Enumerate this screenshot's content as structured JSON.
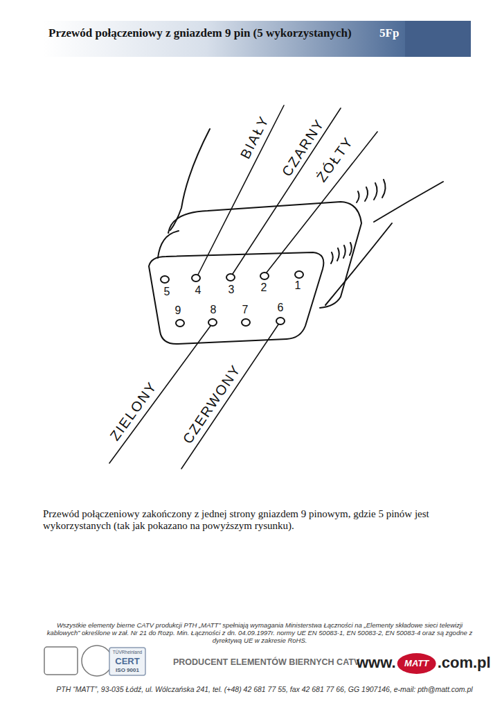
{
  "diagram": {
    "title": "Przewód połączeniowy z gniazdem 9 pin (5 wykorzystanych)",
    "caption": "Przewód połączeniowy zakończony z jednej strony gniazdem 9 pinowym, gdzie 5 pinów jest wykorzystanych (tak jak pokazano na powyższym rysunku).",
    "labels": [
      "5Fp",
      "BIAŁY",
      "CZARNY",
      "ŻÓŁTY",
      "5",
      "4",
      "3",
      "2",
      "1",
      "9",
      "8",
      "7",
      "6",
      "ZIELONY",
      "CZERWONY",
      "Wszystkie elementy bierne CATV produkcji PTH „MATT” spełniają wymagania Ministerstwa Łączności na „Elementy składowe sieci telewizji kablowych” określone w zał. Nr 21 do Rozp. Min. Łączności z dn. 04.09.1997r. normy UE EN 50083-1, EN 50083-2, EN 50083-4 oraz są zgodne z dyrektywą UE w zakresie RoHS.",
      "TÜVRheinland",
      "CERT",
      "ISO 9001",
      "PRODUCENT ELEMENTÓW BIERNYCH CATV",
      "www.",
      "MATT",
      ".com.pl",
      "PTH “MATT”, 93-035 Łódź, ul. Wólczańska 241, tel. (+48) 42 681 77 55, fax 42 681 77 66, GG 1907146, e-mail: pth@matt.com.pl"
    ]
  }
}
